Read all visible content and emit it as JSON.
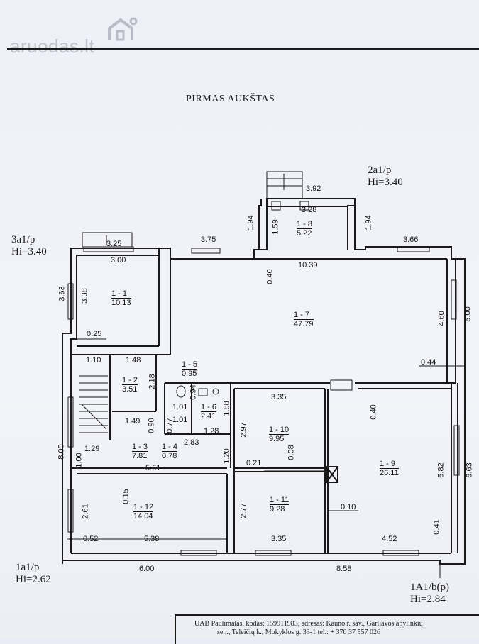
{
  "watermark": "aruodas.lt",
  "title": "PIRMAS AUKŠTAS",
  "levels": {
    "a2": [
      "2a1/p",
      "Hi=3.40"
    ],
    "a3": [
      "3a1/p",
      "Hi=3.40"
    ],
    "a1": [
      "1a1/p",
      "Hi=2.62"
    ],
    "b1": [
      "1A1/b(p)",
      "Hi=2.84"
    ]
  },
  "rooms": [
    {
      "id": "1 - 1",
      "area": "10.13"
    },
    {
      "id": "1 - 2",
      "area": "3.51"
    },
    {
      "id": "1 - 3",
      "area": "7.81"
    },
    {
      "id": "1 - 4",
      "area": "0.78"
    },
    {
      "id": "1 - 5",
      "area": "0.95"
    },
    {
      "id": "1 - 6",
      "area": "2.41"
    },
    {
      "id": "1 - 7",
      "area": "47.79"
    },
    {
      "id": "1 - 8",
      "area": "5.22"
    },
    {
      "id": "1 - 9",
      "area": "26.11"
    },
    {
      "id": "1 - 10",
      "area": "9.95"
    },
    {
      "id": "1 - 11",
      "area": "9.28"
    },
    {
      "id": "1 - 12",
      "area": "14.04"
    }
  ],
  "dimensions": {
    "d392": "3.92",
    "d328": "3.28",
    "d194a": "1.94",
    "d159": "1.59",
    "d194b": "1.94",
    "d325": "3.25",
    "d375": "3.75",
    "d366": "3.66",
    "d300": "3.00",
    "d040a": "0.40",
    "d1039": "10.39",
    "d363": "3.63",
    "d338": "3.38",
    "d460": "4.60",
    "d500": "5.00",
    "d025": "0.25",
    "d110": "1.10",
    "d148": "1.48",
    "d044": "0.44",
    "d218": "2.18",
    "d335a": "3.35",
    "d101a": "1.01",
    "d094": "0.94",
    "d188": "1.88",
    "d040b": "0.40",
    "d149": "1.49",
    "d090": "0.90",
    "d101b": "1.01",
    "d077": "0.77",
    "d297": "2.97",
    "d128": "1.28",
    "d129": "1.29",
    "d283": "2.83",
    "d800": "8.00",
    "d100": "1.00",
    "d120": "1.20",
    "d561": "5.61",
    "d021": "0.21",
    "d008": "0.08",
    "d582": "5.82",
    "d663": "6.63",
    "d015": "0.15",
    "d261": "2.61",
    "d277": "2.77",
    "d010": "0.10",
    "d052": "0.52",
    "d538": "5.38",
    "d335b": "3.35",
    "d452": "4.52",
    "d041": "0.41",
    "d600": "6.00",
    "d858": "8.58"
  },
  "footer": [
    "UAB Paulimatas, kodas: 159911983, adresas: Kauno r. sav., Garliavos apylinkių",
    "sen., Teleičių k., Mokyklos g. 33-1 tel.: + 370 37 557 026"
  ]
}
